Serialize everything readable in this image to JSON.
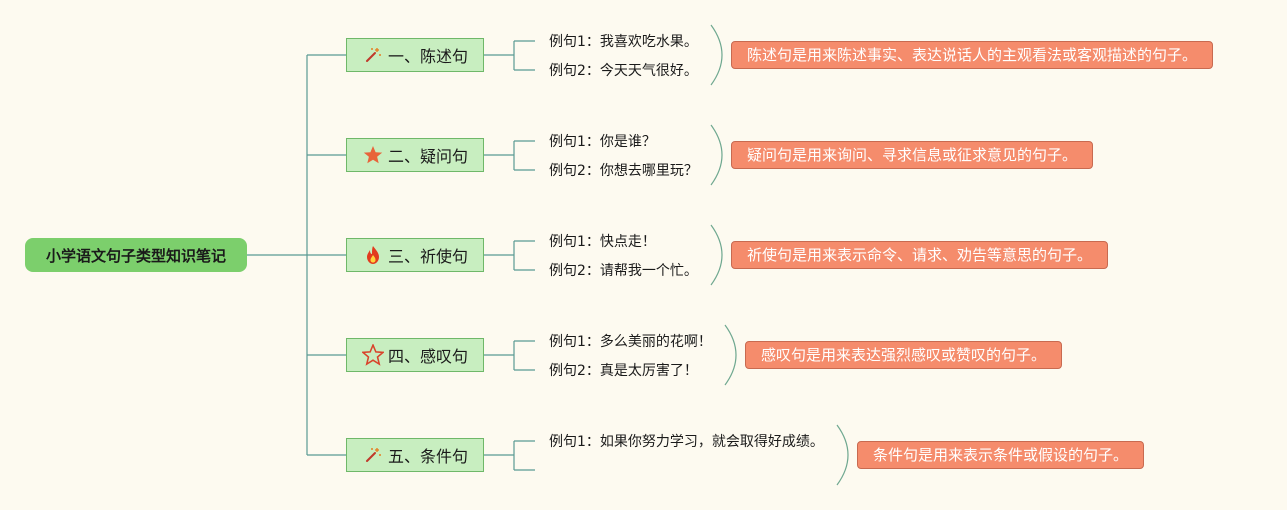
{
  "root": {
    "title": "小学语文句子类型知识笔记"
  },
  "branches": [
    {
      "icon": "magic-wand-icon",
      "label": "一、陈述句",
      "examples": [
        "例句1：我喜欢吃水果。",
        "例句2：今天天气很好。"
      ],
      "summary": "陈述句是用来陈述事实、表达说话人的主观看法或客观描述的句子。"
    },
    {
      "icon": "filled-star-icon",
      "label": "二、疑问句",
      "examples": [
        "例句1：你是谁？",
        "例句2：你想去哪里玩？"
      ],
      "summary": "疑问句是用来询问、寻求信息或征求意见的句子。"
    },
    {
      "icon": "flame-icon",
      "label": "三、祈使句",
      "examples": [
        "例句1：快点走！",
        "例句2：请帮我一个忙。"
      ],
      "summary": "祈使句是用来表示命令、请求、劝告等意思的句子。"
    },
    {
      "icon": "outline-star-icon",
      "label": "四、感叹句",
      "examples": [
        "例句1：多么美丽的花啊！",
        "例句2：真是太厉害了！"
      ],
      "summary": "感叹句是用来表达强烈感叹或赞叹的句子。"
    },
    {
      "icon": "magic-wand-icon",
      "label": "五、条件句",
      "examples": [
        "例句1：如果你努力学习，就会取得好成绩。"
      ],
      "summary": "条件句是用来表示条件或假设的句子。"
    }
  ],
  "colors": {
    "root_fill": "#7ccf6c",
    "branch_fill": "#c8eec0",
    "summary_fill": "#f58c6c",
    "connector": "#5a9a92"
  }
}
